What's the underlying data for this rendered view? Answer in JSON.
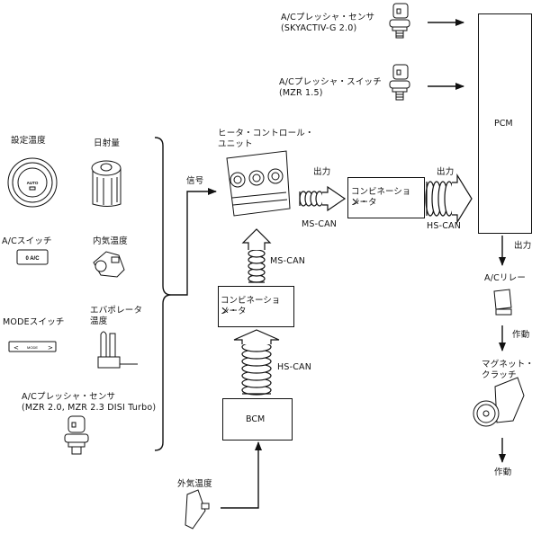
{
  "sensors_top": [
    {
      "name": "A/Cプレッシャ・センサ",
      "variant": "(SKYACTIV-G 2.0)"
    },
    {
      "name": "A/Cプレッシャ・スイッチ",
      "variant": "(MZR 1.5)"
    }
  ],
  "inputs": {
    "set_temp": "設定温度",
    "solar": "日射量",
    "ac_switch": "A/Cスイッチ",
    "ac_switch_face": "0  A/C",
    "cabin_temp": "内気温度",
    "mode_switch": "MODEスイッチ",
    "mode_face": "MODE",
    "evap_temp_1": "エバポレータ",
    "evap_temp_2": "温度",
    "pressure_sensor": "A/Cプレッシャ・センサ",
    "pressure_sensor_variant": "(MZR 2.0, MZR 2.3 DISI Turbo)",
    "auto_label": "AUTO"
  },
  "signal_label": "信号",
  "heater_unit": {
    "line1": "ヒータ・コントロール・",
    "line2": "ユニット"
  },
  "output_label": "出力",
  "ms_can": "MS-CAN",
  "hs_can": "HS-CAN",
  "combo_meter": {
    "line1": "コンビネーション・",
    "line2": "メータ"
  },
  "pcm": "PCM",
  "bcm": "BCM",
  "outside_temp": "外気温度",
  "ac_relay": "A/Cリレー",
  "operate": "作動",
  "magnet_clutch": {
    "line1": "マグネット・",
    "line2": "クラッチ"
  }
}
